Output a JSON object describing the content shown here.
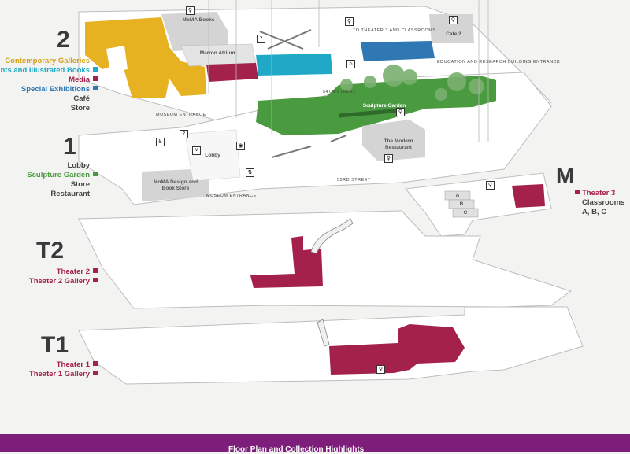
{
  "floors": {
    "f2": {
      "label": "2",
      "legend": [
        {
          "text": "Contemporary Galleries",
          "color": "#e6b221"
        },
        {
          "text": "ints and Illustrated Books",
          "color": "#1fa9c7"
        },
        {
          "text": "Media",
          "color": "#a3214a"
        },
        {
          "text": "Special Exhibitions",
          "color": "#2f78b4"
        },
        {
          "text": "Café",
          "color": ""
        },
        {
          "text": "Store",
          "color": ""
        }
      ]
    },
    "f1": {
      "label": "1",
      "legend": [
        {
          "text": "Lobby",
          "color": ""
        },
        {
          "text": "Sculpture Garden",
          "color": "#4a9a3f"
        },
        {
          "text": "Store",
          "color": ""
        },
        {
          "text": "Restaurant",
          "color": ""
        }
      ]
    },
    "m": {
      "label": "M",
      "legend": [
        {
          "text": "Theater 3",
          "color": "#a3214a",
          "marker_left": true
        },
        {
          "text": "Classrooms",
          "color": ""
        },
        {
          "text": "A, B, C",
          "color": ""
        }
      ]
    },
    "t2": {
      "label": "T2",
      "legend": [
        {
          "text": "Theater 2",
          "color": "#a3214a"
        },
        {
          "text": "Theater 2 Gallery",
          "color": "#a3214a"
        }
      ]
    },
    "t1": {
      "label": "T1",
      "legend": [
        {
          "text": "Theater 1",
          "color": "#a3214a"
        },
        {
          "text": "Theater 1 Gallery",
          "color": "#a3214a"
        }
      ]
    }
  },
  "rooms": {
    "moma_books": "MoMA Books",
    "marron_atrium": "Marron Atrium",
    "cafe2": "Cafe 2",
    "sculpture_garden": "Sculpture Garden",
    "modern_restaurant": "The Modern Restaurant",
    "lobby": "Lobby",
    "design_store": "MoMA Design and Book Store",
    "class_a": "A",
    "class_b": "B",
    "class_c": "C"
  },
  "streets": {
    "to_theater": "TO THEATER 3 AND CLASSROOMS",
    "education_entrance": "EDUCATION AND RESEARCH BUILDING ENTRANCE",
    "st54": "54TH STREET",
    "st53": "53RD STREET",
    "museum_entrance_top": "MUSEUM ENTRANCE",
    "museum_entrance_bottom": "MUSEUM ENTRANCE"
  },
  "icons": [
    {
      "name": "restroom-icon",
      "glyph": "♀"
    },
    {
      "name": "restroom-icon",
      "glyph": "♀"
    },
    {
      "name": "info-icon",
      "glyph": "?"
    },
    {
      "name": "coat-check-icon",
      "glyph": "⌂"
    },
    {
      "name": "restroom-icon",
      "glyph": "♀"
    },
    {
      "name": "accessibility-icon",
      "glyph": "♿"
    },
    {
      "name": "museum-store-icon",
      "glyph": "M"
    },
    {
      "name": "info-icon",
      "glyph": "?"
    },
    {
      "name": "audio-guide-icon",
      "glyph": "◉"
    },
    {
      "name": "restroom-icon",
      "glyph": "♀"
    },
    {
      "name": "restroom-icon",
      "glyph": "♀"
    },
    {
      "name": "elevator-icon",
      "glyph": "⇅"
    },
    {
      "name": "restroom-icon",
      "glyph": "♀"
    },
    {
      "name": "restroom-icon",
      "glyph": "♀"
    }
  ],
  "footer": {
    "title": "Floor Plan and Collection Highlights"
  },
  "colors": {
    "floor": "#ffffff",
    "floor_edge": "#bdbdbd",
    "yellow": "#e6b221",
    "teal": "#1fa9c7",
    "blue": "#2f78b4",
    "magenta": "#a3214a",
    "green": "#4a9a3f",
    "gray_room": "#d4d4d4",
    "purple": "#7d1f7a"
  }
}
